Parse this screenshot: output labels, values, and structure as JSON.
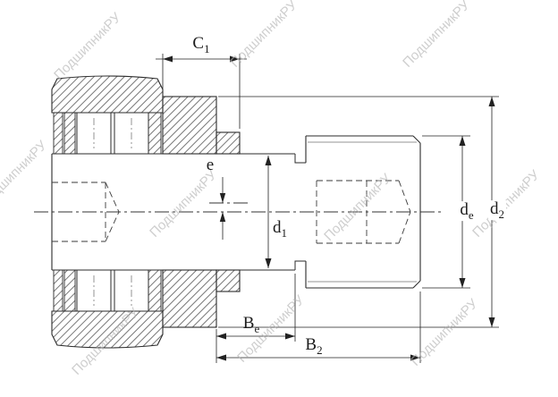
{
  "drawing": {
    "type": "bearing-cross-section",
    "description": "Stud-type cam follower (track roller) cross-section with dimension callouts",
    "line_color": "#2b2b2b"
  },
  "dimensions": {
    "c1": {
      "base": "C",
      "sub": "1"
    },
    "e": {
      "base": "e",
      "sub": ""
    },
    "d1": {
      "base": "d",
      "sub": "1"
    },
    "de": {
      "base": "d",
      "sub": "e"
    },
    "d2": {
      "base": "d",
      "sub": "2"
    },
    "be": {
      "base": "B",
      "sub": "e"
    },
    "b2": {
      "base": "B",
      "sub": "2"
    }
  },
  "watermark": {
    "text": "ПодшипникРУ",
    "color": "#b5b5b5"
  }
}
